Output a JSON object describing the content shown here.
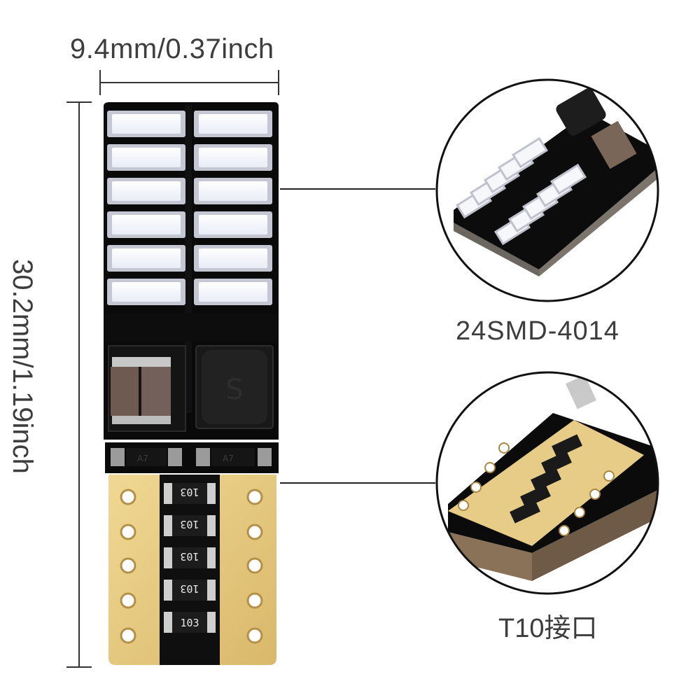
{
  "dimensions": {
    "width_label": "9.4mm/0.37inch",
    "height_label": "30.2mm/1.19inch"
  },
  "callouts": [
    {
      "caption": "24SMD-4014"
    },
    {
      "caption": "T10接口"
    }
  ],
  "resistor_code": "103",
  "chip_marking": "A7",
  "colors": {
    "pcb": "#0a0a0a",
    "led": "#f4f6ff",
    "led_rim": "#c9ccd6",
    "copper": "#e8cd86",
    "line": "#222222"
  }
}
